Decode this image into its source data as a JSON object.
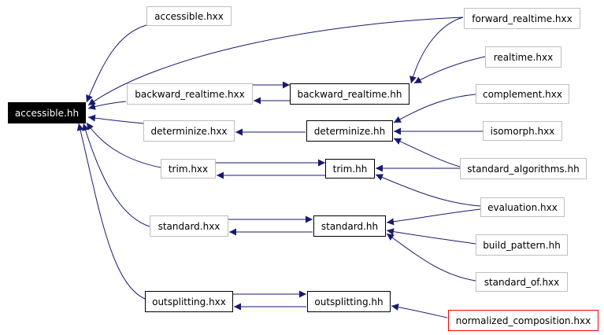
{
  "graph": {
    "edge_color": "#191970",
    "nodes": {
      "accessible_hh": "accessible.hh",
      "accessible_hxx": "accessible.hxx",
      "forward_realtime_hxx": "forward_realtime.hxx",
      "realtime_hxx": "realtime.hxx",
      "backward_realtime_hxx": "backward_realtime.hxx",
      "backward_realtime_hh": "backward_realtime.hh",
      "complement_hxx": "complement.hxx",
      "determinize_hxx": "determinize.hxx",
      "determinize_hh": "determinize.hh",
      "isomorph_hxx": "isomorph.hxx",
      "trim_hxx": "trim.hxx",
      "trim_hh": "trim.hh",
      "standard_algorithms_hh": "standard_algorithms.hh",
      "evaluation_hxx": "evaluation.hxx",
      "standard_hxx": "standard.hxx",
      "standard_hh": "standard.hh",
      "build_pattern_hh": "build_pattern.hh",
      "standard_of_hxx": "standard_of.hxx",
      "outsplitting_hxx": "outsplitting.hxx",
      "outsplitting_hh": "outsplitting.hh",
      "normalized_composition_hxx": "normalized_composition.hxx"
    }
  }
}
